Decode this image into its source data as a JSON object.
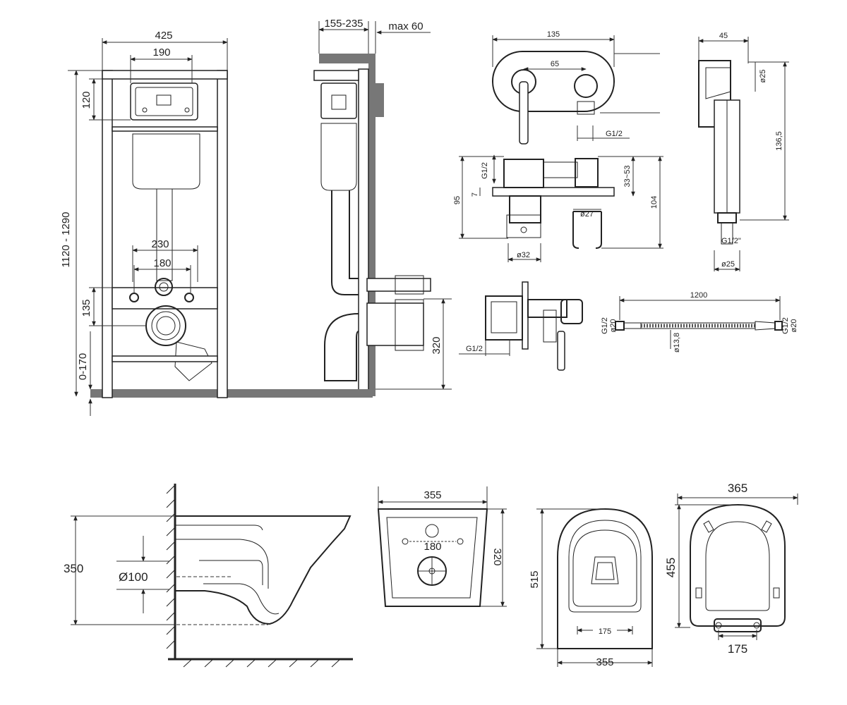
{
  "installation_frame": {
    "width": "425",
    "button_width": "190",
    "height_range": "1120 - 1290",
    "button_offset": "120",
    "stud_spacing": "230",
    "hole_spacing": "180",
    "outlet_height": "135",
    "floor_adjust": "0-170"
  },
  "side_view": {
    "wall_depth": "155-235",
    "max_panel": "max 60",
    "outlet_elevation": "320"
  },
  "mixer": {
    "plate_width": "135",
    "axis_spacing": "65",
    "thread_front": "G1/2",
    "thread_side": "G1/2",
    "thread_bottom": "G1/2",
    "depth_range": "33~53",
    "height_95": "95",
    "height_7": "7",
    "height_104": "104",
    "diameter_27": "ø27",
    "diameter_32": "ø32"
  },
  "hand_shower": {
    "head_width": "45",
    "head_diameter": "ø25",
    "length": "136,5",
    "bottom_diameter": "ø25",
    "thread": "G1/2\""
  },
  "hose": {
    "length": "1200",
    "diameter": "ø13,8",
    "left_label_a": "G1/2",
    "left_label_b": "ø20",
    "right_label_a": "G1/2",
    "right_label_b": "ø20"
  },
  "toilet_side": {
    "height": "350",
    "pipe_diameter": "Ø100"
  },
  "toilet_back": {
    "width": "355",
    "hole_spacing": "180",
    "height": "320"
  },
  "toilet_top": {
    "length": "515",
    "bolt_spacing": "175",
    "width": "355"
  },
  "seat": {
    "width": "365",
    "length": "455",
    "hinge_spacing": "175"
  }
}
